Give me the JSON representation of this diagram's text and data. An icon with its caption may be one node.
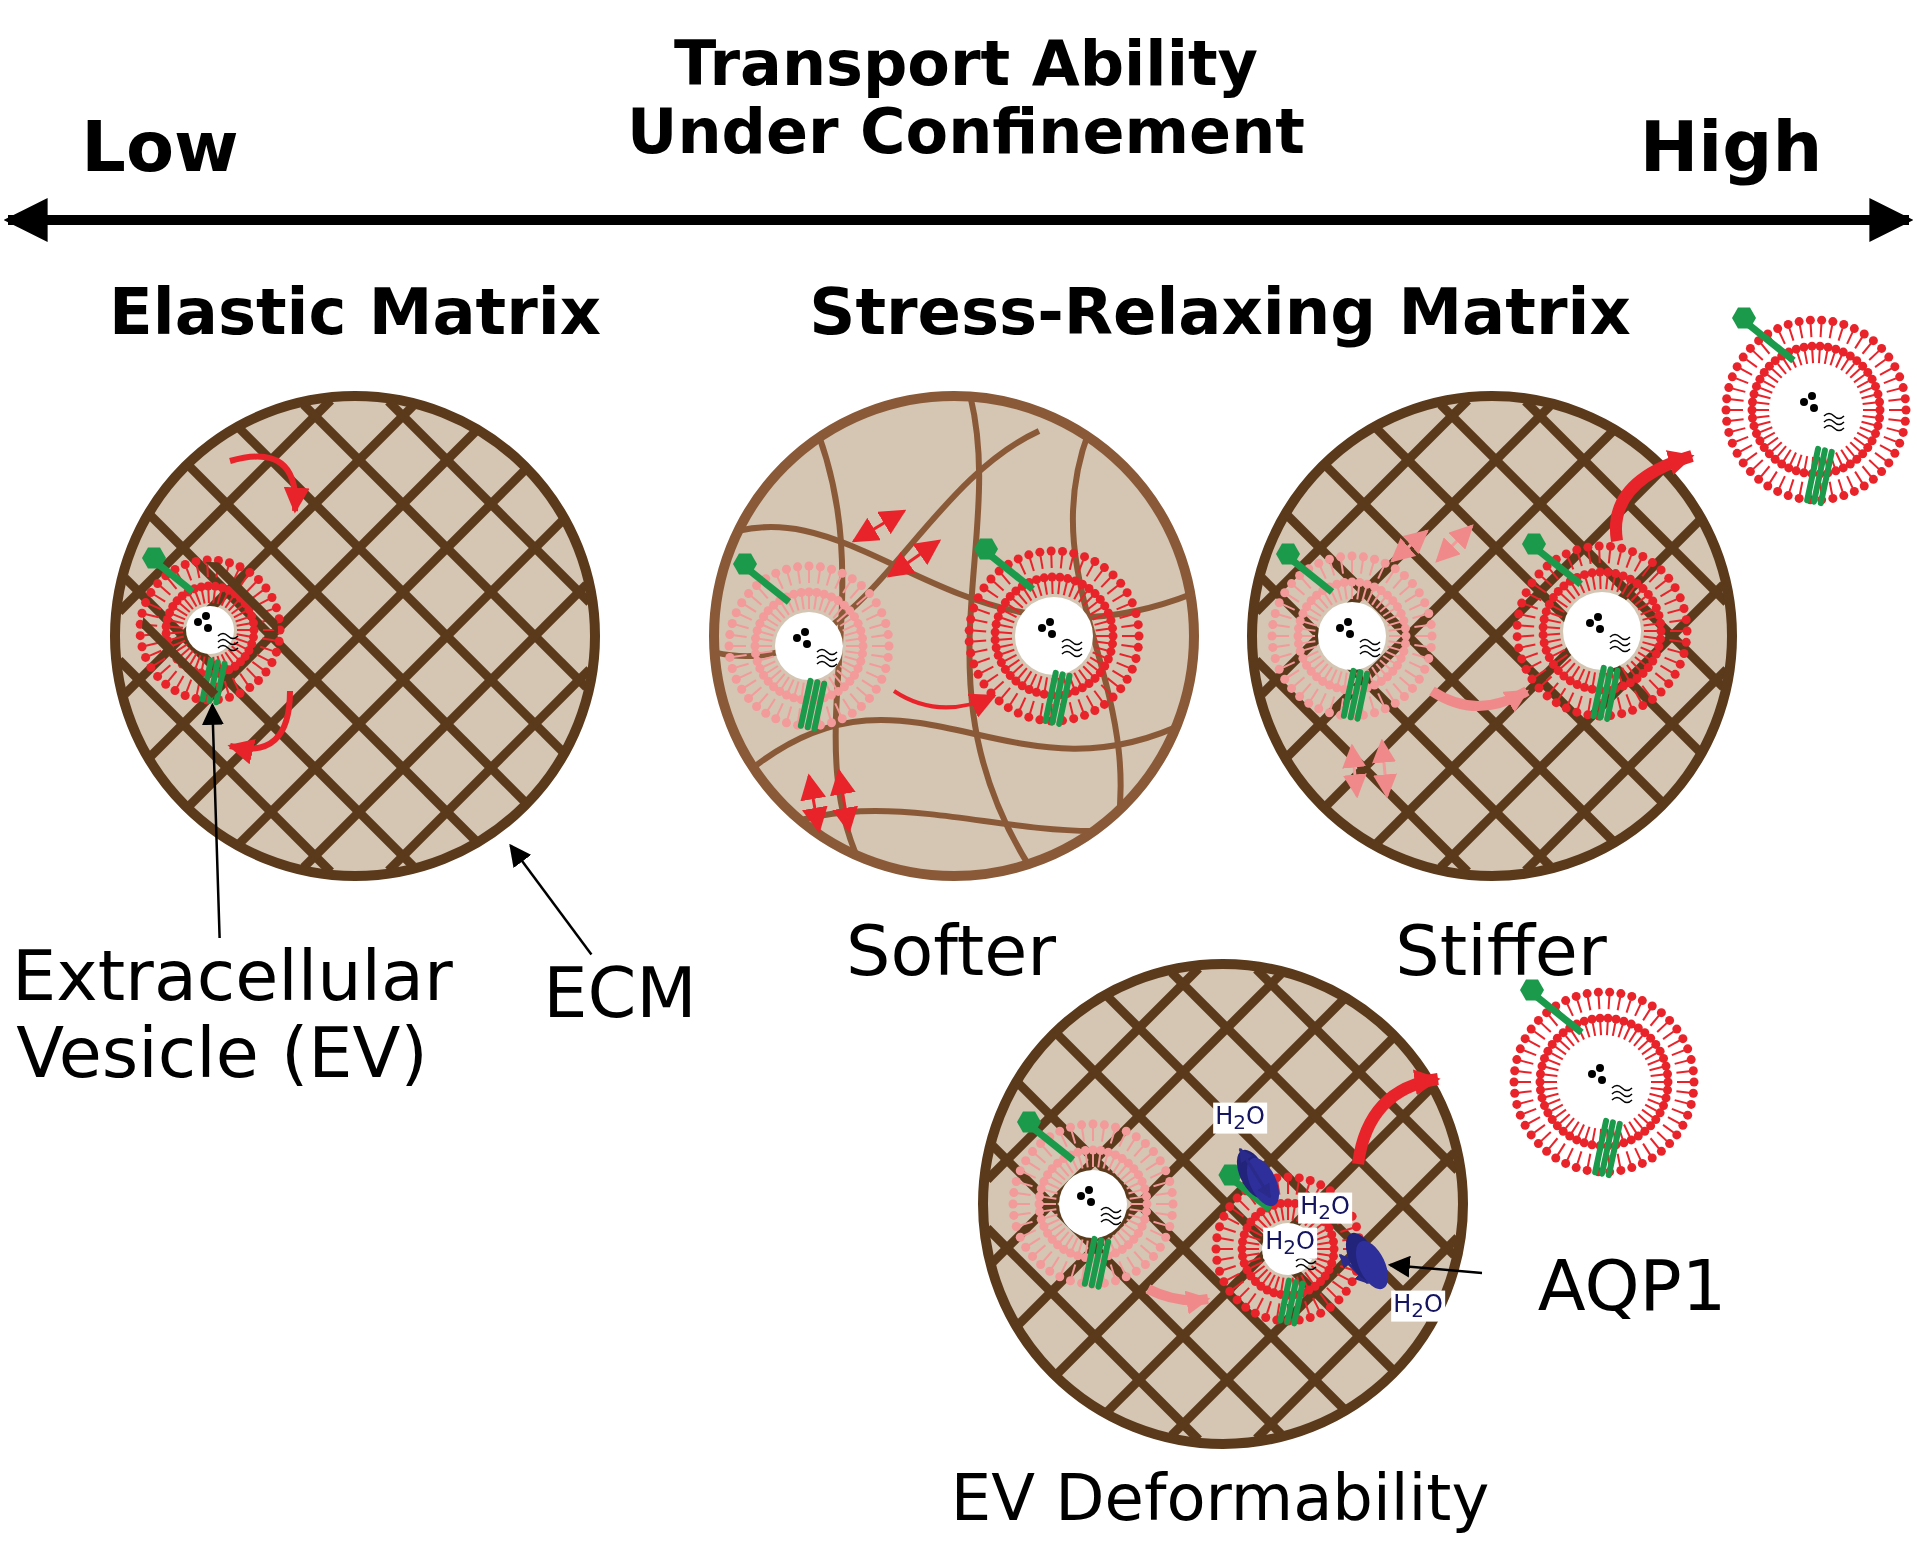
{
  "diagram": {
    "title": "Transport Ability Under Confinement",
    "nodes": [
      {
        "text": [],
        "shape": "circle",
        "beside": [
          "Elastic Matrix"
        ]
      },
      {
        "text": [],
        "shape": "picture",
        "in": 0
      },
      {
        "text": [
          "Extracellular Vesicle (EV)"
        ]
      },
      {
        "text": [
          "ECM"
        ]
      },
      {
        "text": [],
        "shape": "circle",
        "beside": [
          "Softer"
        ]
      },
      {
        "text": [],
        "shape": "circle",
        "beside": [
          "Stiffer"
        ]
      },
      {
        "text": [],
        "shape": "circle",
        "beside": [
          "EV Deformability"
        ]
      },
      {
        "text": [],
        "shape": "picture",
        "in": 6
      },
      {
        "text": [
          "AQP1"
        ]
      }
    ],
    "edges": [
      {
        "from": 2,
        "to": 1,
        "arrow": "to"
      },
      {
        "from": 3,
        "to": 0,
        "arrow": "to"
      },
      {
        "from": 8,
        "to": 7,
        "arrow": "to"
      }
    ],
    "labels": [
      "Low",
      "High",
      "Stress-Relaxing Matrix",
      "H$_{2}$O",
      "H$_{2}$O",
      "H$_{2}$O",
      "H$_{2}$O"
    ]
  }
}
